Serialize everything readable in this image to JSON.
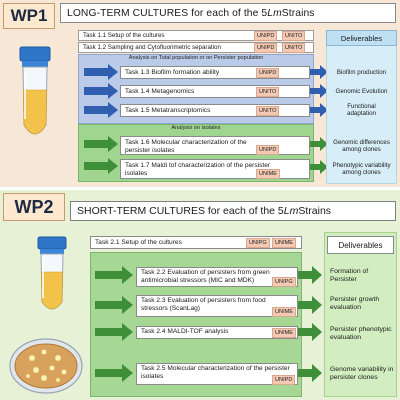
{
  "wp1": {
    "label": "WP1",
    "title_prefix": "LONG-TERM CULTURES for each of the 5 ",
    "title_italic": "Lm",
    "title_suffix": " Strains",
    "task_1_1": {
      "text": "Task 1.1  Setup of the cultures",
      "tag1": "UNIPD",
      "tag2": "UNITO"
    },
    "task_1_2": {
      "text": "Task 1.2  Sampling and Cytofluorimetric separation",
      "tag1": "UNIPD",
      "tag2": "UNITO"
    },
    "blue_caption": "Analysis on Total population or on Persister population",
    "task_1_3": {
      "text": "Task 1.3  Biofilm formation ability",
      "tag": "UNIPD"
    },
    "task_1_4": {
      "text": "Task 1.4  Metagenomics",
      "tag": "UNITO"
    },
    "task_1_5": {
      "text": "Task 1.5  Metatranscriptomics",
      "tag": "UNITO"
    },
    "green_caption": "Analysis on isolates",
    "task_1_6": {
      "line1": "Task 1.6  Molecular characterization of the",
      "line2": "persister isolates",
      "tag": "UNIPD"
    },
    "task_1_7": {
      "line1": "Task 1.7  Maldi tof characterization of the persister",
      "line2": "isolates",
      "tag": "UNIME"
    },
    "deliverables_label": "Deliverables",
    "deliverables": [
      "Biofilm production",
      "Genomic Evolution",
      "Functional adaptation",
      "Genomic differences among clones",
      "Phenotypic variability among clones"
    ]
  },
  "wp2": {
    "label": "WP2",
    "title_prefix": "SHORT-TERM CULTURES for each of the 5 ",
    "title_italic": "Lm",
    "title_suffix": " Strains",
    "task_2_1": {
      "text": "Task 2.1  Setup of the cultures",
      "tag1": "UNIPG",
      "tag2": "UNIME"
    },
    "task_2_2": {
      "line1": "Task 2.2  Evaluation of persisters from green",
      "line2": "antimicrobial stressors (MIC and MDK)",
      "tag": "UNIPG"
    },
    "task_2_3": {
      "line1": "Task 2.3  Evaluation of persisters from food",
      "line2": "stressors (ScanLag)",
      "tag": "UNIME"
    },
    "task_2_4": {
      "line1": "Task 2.4  MALDI-TOF analysis",
      "tag": "UNIME"
    },
    "task_2_5": {
      "line1": "Task 2.5  Molecular characterization of the persister",
      "line2": "isolates",
      "tag": "UNIPD"
    },
    "deliverables_label": "Deliverables",
    "deliverables": [
      "Formation of Persister",
      "Persister growth evaluation",
      "Persister phenotypic evaluation",
      "Genome variability in persister clones"
    ]
  },
  "colors": {
    "wp1_bg": "#f7e7d7",
    "wp2_bg": "#e6f1d6",
    "blue_panel": "#b9cbe9",
    "green_panel": "#9fd58f",
    "arrow_blue": "#2f5fae",
    "arrow_green": "#3f8f3a",
    "tag": "#f4c9b3"
  }
}
